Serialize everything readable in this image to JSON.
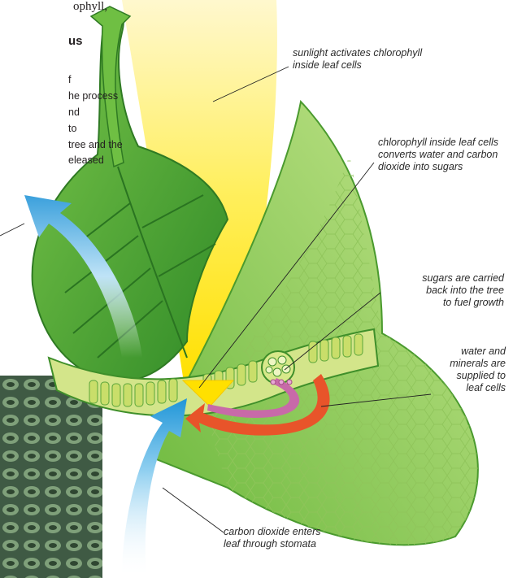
{
  "intro": {
    "line1_fragment": "ophyll,",
    "heading_fragment": "us",
    "body_fragments": [
      "f",
      "he process",
      "nd",
      "to",
      "tree and the",
      "eleased"
    ]
  },
  "labels": {
    "sunlight": [
      "sunlight activates chlorophyll",
      "inside leaf cells"
    ],
    "chlorophyll": [
      "chlorophyll inside leaf cells",
      "converts water and carbon",
      "dioxide into sugars"
    ],
    "sugars": [
      "sugars are carried",
      "back into the tree",
      "to fuel growth"
    ],
    "water": [
      "water and",
      "minerals are",
      "supplied to",
      "leaf cells"
    ],
    "carbon": [
      "carbon dioxide enters",
      "leaf through stomata"
    ]
  },
  "colors": {
    "leaf_dark": "#3f9a2e",
    "leaf_mid": "#6dbb3f",
    "leaf_light": "#a9d66a",
    "cell_yellow": "#d4e66a",
    "sunlight": "#ffe600",
    "oxygen_arrow": "#3aa0dc",
    "water_arrow": "#e8542a",
    "sugar_arrow": "#c86aa8"
  }
}
